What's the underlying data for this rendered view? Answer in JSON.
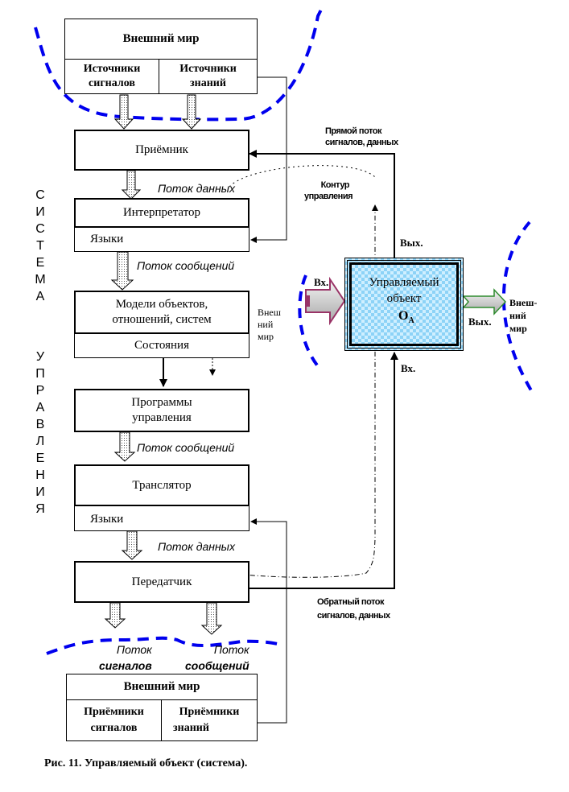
{
  "system_label_top": [
    "С",
    "И",
    "С",
    "Т",
    "Е",
    "М",
    "А"
  ],
  "system_label_bottom": [
    "У",
    "П",
    "Р",
    "А",
    "В",
    "Л",
    "Е",
    "Н",
    "И",
    "Я"
  ],
  "top_world": {
    "title": "Внешний мир",
    "left_cell": [
      "Источники",
      "сигналов"
    ],
    "right_cell": [
      "Источники",
      "знаний"
    ]
  },
  "blocks": {
    "receiver": "Приёмник",
    "interpreter": "Интерпретатор",
    "interpreter_sub": "Языки",
    "models": [
      "Модели объектов,",
      "отношений, систем"
    ],
    "models_sub": "Состояния",
    "programs": [
      "Программы",
      "управления"
    ],
    "translator": "Транслятор",
    "translator_sub": "Языки",
    "transmitter": "Передатчик"
  },
  "flows": {
    "data_flow_1": "Поток данных",
    "message_flow_1": "Поток сообщений",
    "message_flow_2": "Поток сообщений",
    "data_flow_2": "Поток данных",
    "signal_flow_out": [
      "Поток",
      "сигналов"
    ],
    "message_flow_out": [
      "Поток",
      "сообщений"
    ]
  },
  "bottom_world": {
    "title": "Внешний мир",
    "left_cell": [
      "Приёмники",
      "сигналов"
    ],
    "right_cell": [
      "Приёмники",
      "знаний"
    ]
  },
  "right_side": {
    "direct_flow": [
      "Прямой поток",
      "сигналов, данных"
    ],
    "control_loop": [
      "Контур",
      "управления"
    ],
    "feedback_flow": [
      "Обратный поток",
      "сигналов, данных"
    ],
    "out_top": "Вых.",
    "in_left": "Вх.",
    "in_bottom": "Вх.",
    "out_right": "Вых.",
    "outer_world_left": [
      "Внеш",
      "ний",
      "мир"
    ],
    "outer_world_right": [
      "Внеш-",
      "ний",
      "мир"
    ],
    "object_title": [
      "Управляемый",
      "объект"
    ],
    "object_symbol": "O",
    "object_subscript": "A"
  },
  "caption": "Рис. 11. Управляемый объект (система).",
  "colors": {
    "boundary": "#0000ee",
    "input_arrow": "#993366",
    "output_arrow": "#2e8b2e",
    "object_fill": "#8dd3f7"
  }
}
